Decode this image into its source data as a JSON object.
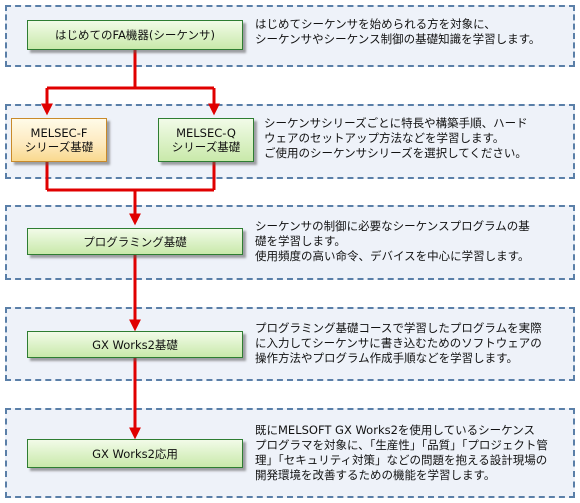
{
  "sections": [
    {
      "boxes": [
        {
          "id": "fa-intro",
          "label": "はじめてのFA機器(シーケンサ)"
        }
      ],
      "description": "はじめてシーケンサを始められる方を対象に、\nシーケンサやシーケンス制御の基礎知識を学習します。"
    },
    {
      "boxes": [
        {
          "id": "melsec-f",
          "label": "MELSEC-F\nシリーズ基礎"
        },
        {
          "id": "melsec-q",
          "label": "MELSEC-Q\nシリーズ基礎"
        }
      ],
      "description": "シーケンサシリーズごとに特長や構築手順、ハード\nウェアのセットアップ方法などを学習します。\nご使用のシーケンサシリーズを選択してください。"
    },
    {
      "boxes": [
        {
          "id": "programming",
          "label": "プログラミング基礎"
        }
      ],
      "description": "シーケンサの制御に必要なシーケンスプログラムの基\n礎を学習します。\n使用頻度の高い命令、デバイスを中心に学習します。"
    },
    {
      "boxes": [
        {
          "id": "gxworks2-basic",
          "label": "GX Works2基礎"
        }
      ],
      "description": "プログラミング基礎コースで学習したプログラムを実際\nに入力してシーケンサに書き込むためのソフトウェアの\n操作方法やプログラム作成手順などを学習します。"
    },
    {
      "boxes": [
        {
          "id": "gxworks2-applied",
          "label": "GX Works2応用"
        }
      ],
      "description": "既にMELSOFT GX Works2を使用しているシーケンス\nプログラマを対象に、「生産性」「品質」「プロジェクト管\n理」「セキュリティ対策」などの問題を抱える設計現場の\n開発環境を改善するための機能を学習します。"
    }
  ],
  "colors": {
    "band_fill": "#eef2f9",
    "band_border": "#5a7fa8",
    "box_green": "#c9e9aa",
    "box_orange": "#f9d98e",
    "arrow": "#e00000"
  }
}
